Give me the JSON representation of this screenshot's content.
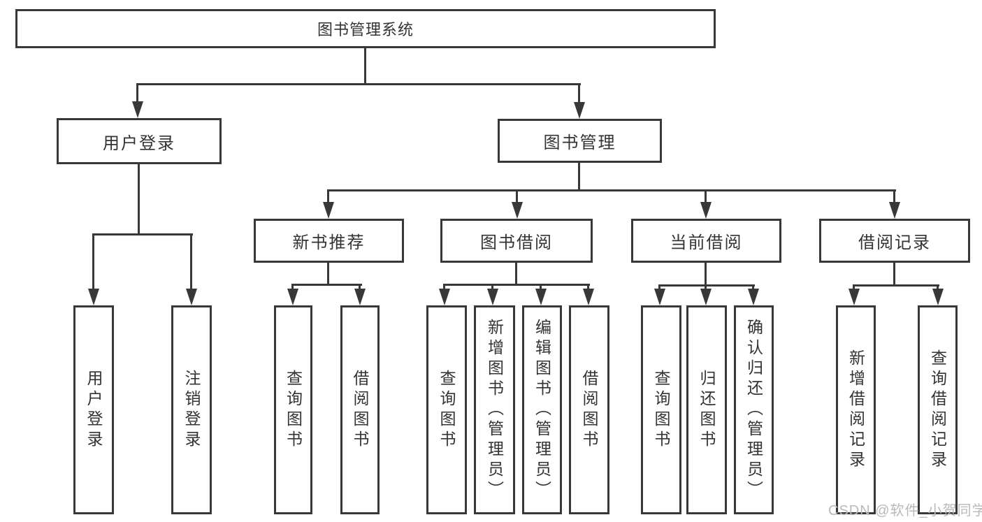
{
  "tree": {
    "root": {
      "label": "图书管理系统",
      "children": [
        {
          "label": "用户登录",
          "children": [
            {
              "label": "用户登录"
            },
            {
              "label": "注销登录"
            }
          ]
        },
        {
          "label": "图书管理",
          "children": [
            {
              "label": "新书推荐",
              "children": [
                {
                  "label": "查询图书"
                },
                {
                  "label": "借阅图书"
                }
              ]
            },
            {
              "label": "图书借阅",
              "children": [
                {
                  "label": "查询图书"
                },
                {
                  "label": "新增图书（管理员）"
                },
                {
                  "label": "编辑图书（管理员）"
                },
                {
                  "label": "借阅图书"
                }
              ]
            },
            {
              "label": "当前借阅",
              "children": [
                {
                  "label": "查询图书"
                },
                {
                  "label": "归还图书"
                },
                {
                  "label": "确认归还（管理员）"
                }
              ]
            },
            {
              "label": "借阅记录",
              "children": [
                {
                  "label": "新增借阅记录"
                },
                {
                  "label": "查询借阅记录"
                }
              ]
            }
          ]
        }
      ]
    }
  },
  "watermark": {
    "text": "CSDN @软件_小贺同学"
  },
  "colors": {
    "line": "#383838",
    "text": "#333333",
    "watermark": "#b9b9b9",
    "background": "#ffffff"
  }
}
